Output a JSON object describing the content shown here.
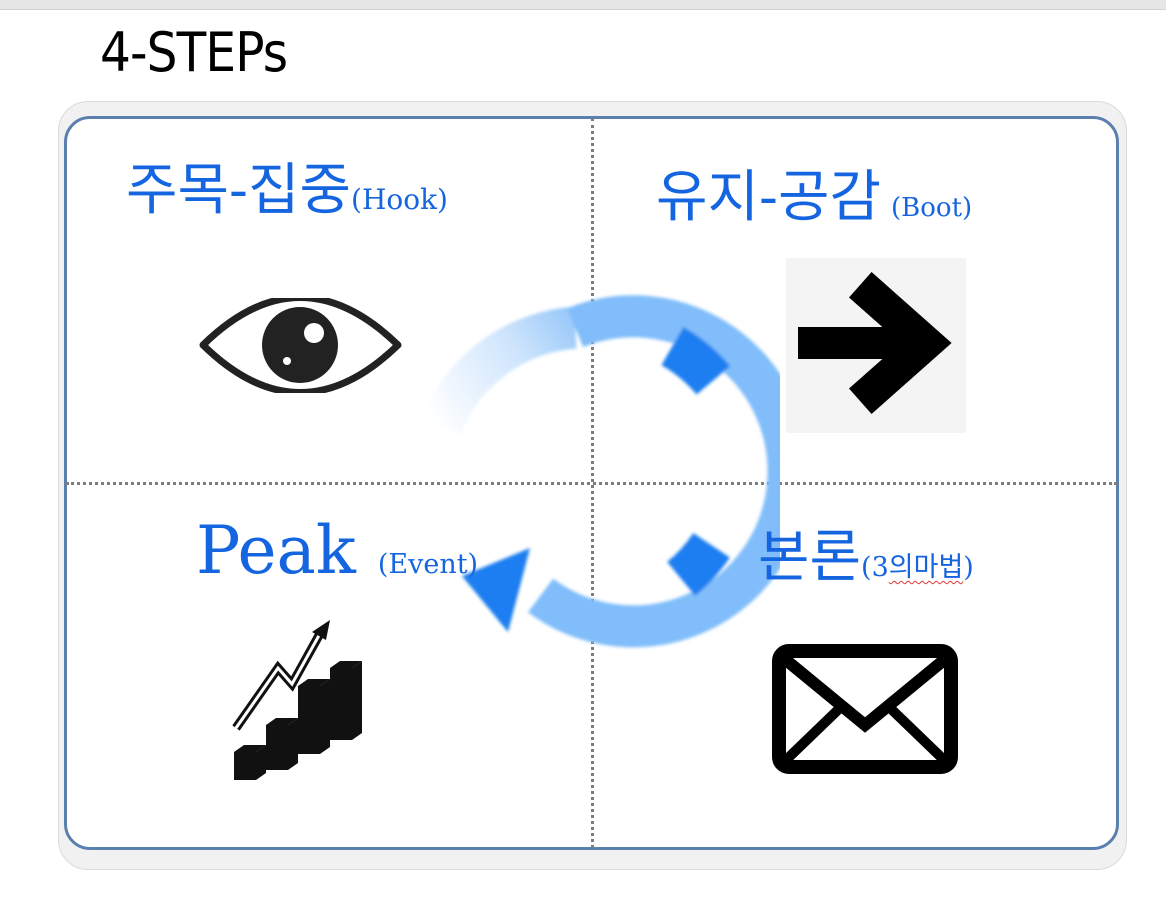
{
  "page": {
    "title": "4-STEPs"
  },
  "quadrants": [
    {
      "id": "top-left",
      "heading": "주목-집중",
      "sub": "(Hook)",
      "icon": "eye-icon"
    },
    {
      "id": "top-right",
      "heading": "유지-공감",
      "sub": "(Boot)",
      "icon": "arrow-right-icon"
    },
    {
      "id": "bottom-left",
      "heading": "Peak",
      "sub": "(Event)",
      "icon": "growth-chart-icon"
    },
    {
      "id": "bottom-right",
      "heading": "본론",
      "sub_prefix": "(3",
      "sub_underlined": "의마법",
      "sub_suffix": ")",
      "icon": "envelope-icon"
    }
  ],
  "colors": {
    "heading": "#1565e0",
    "frame_border": "#5b7fae",
    "cycle_light": "#80bdfa",
    "cycle_accent": "#1a7ef0",
    "divider": "#7d7d7d"
  },
  "cycle": {
    "icon": "circular-arrow-icon",
    "direction": "counterclockwise"
  }
}
